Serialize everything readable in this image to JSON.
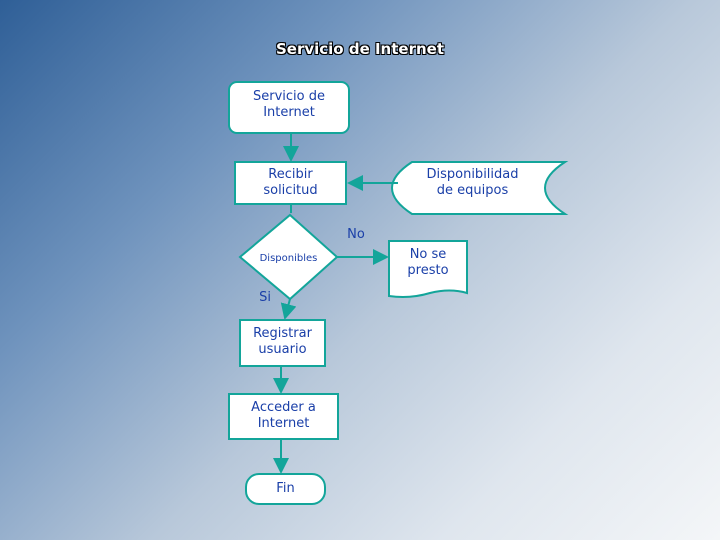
{
  "title": "Servicio de Internet",
  "colors": {
    "shape_fill": "#ffffff",
    "shape_stroke": "#13a59a",
    "text": "#1a3fa8"
  },
  "nodes": {
    "start": "Servicio de\nInternet",
    "receive": "Recibir\nsolicitud",
    "equipment": "Disponibilidad\nde equipos",
    "decision": "Disponibles",
    "no_loan": "No se\npresto",
    "register": "Registrar\nusuario",
    "access": "Acceder a\nInternet",
    "end": "Fin"
  },
  "edges": {
    "no_label": "No",
    "yes_label": "Si"
  }
}
